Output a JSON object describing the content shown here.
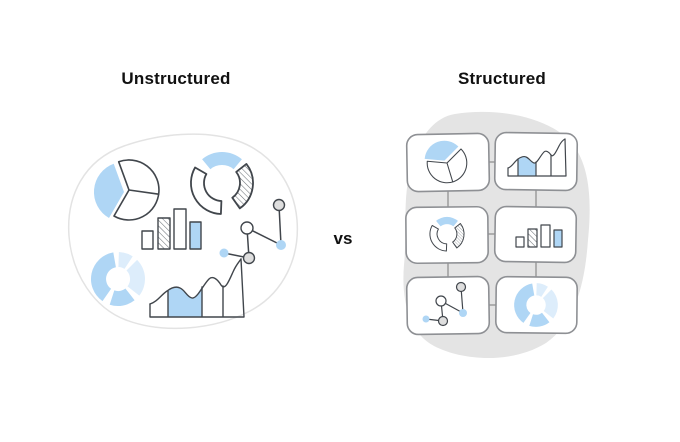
{
  "comparison": {
    "left": {
      "title": "Unstructured",
      "chart_icons": [
        "pie-chart",
        "donut-chart",
        "bar-chart",
        "scatter-line-chart",
        "blue-donut-chart",
        "area-chart"
      ]
    },
    "divider_label": "vs",
    "right": {
      "title": "Structured",
      "cards": [
        {
          "icon": "pie-chart"
        },
        {
          "icon": "area-chart"
        },
        {
          "icon": "donut-chart"
        },
        {
          "icon": "bar-chart"
        },
        {
          "icon": "scatter-line-chart"
        },
        {
          "icon": "blue-donut-chart"
        }
      ]
    }
  },
  "colors": {
    "accent_blue": "#AFD6F5",
    "pale_blue": "#DDEDFB",
    "ink": "#41464C",
    "card_border": "#8E9094",
    "connector_gray": "#9B9B9B",
    "blob_gray": "#E4E4E4",
    "blob_outline": "#E3E3E3",
    "dot_gray": "#DEDEDE",
    "background": "#FFFFFF"
  }
}
